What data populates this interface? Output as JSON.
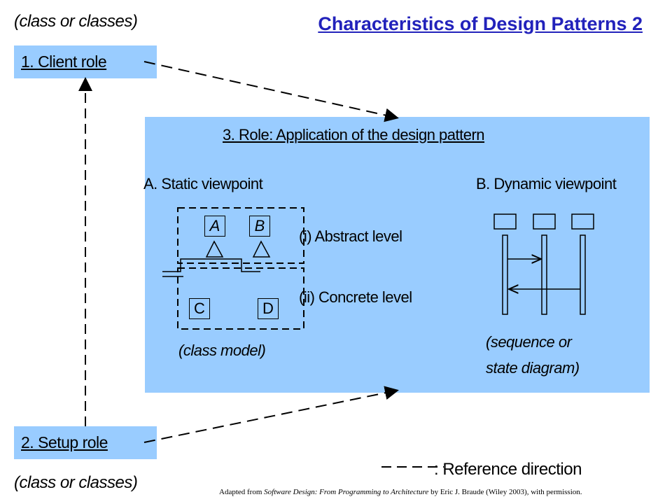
{
  "title": "Characteristics of Design Patterns 2",
  "client": {
    "note": "(class or classes)",
    "label": "1. Client role"
  },
  "setup": {
    "label": "2. Setup role",
    "note": "(class or classes)"
  },
  "application": {
    "title": "3. Role: Application of the design pattern",
    "static_view": "A. Static viewpoint",
    "dynamic_view": "B. Dynamic viewpoint",
    "abstract_level": "(i) Abstract level",
    "concrete_level": "(ii) Concrete level",
    "class_model_note": "(class model)",
    "sequence_note_line1": "(sequence or",
    "sequence_note_line2": "state diagram)",
    "classes": {
      "a": "A",
      "b": "B",
      "c": "C",
      "d": "D"
    }
  },
  "legend": {
    "reference_label": ": Reference direction"
  },
  "credit": {
    "prefix": "Adapted from ",
    "book": "Software Design: From Programming to Architecture",
    "suffix": " by Eric J. Braude (Wiley  2003), with permission."
  },
  "colors": {
    "panel": "#99ccff",
    "title": "#2222bb"
  }
}
